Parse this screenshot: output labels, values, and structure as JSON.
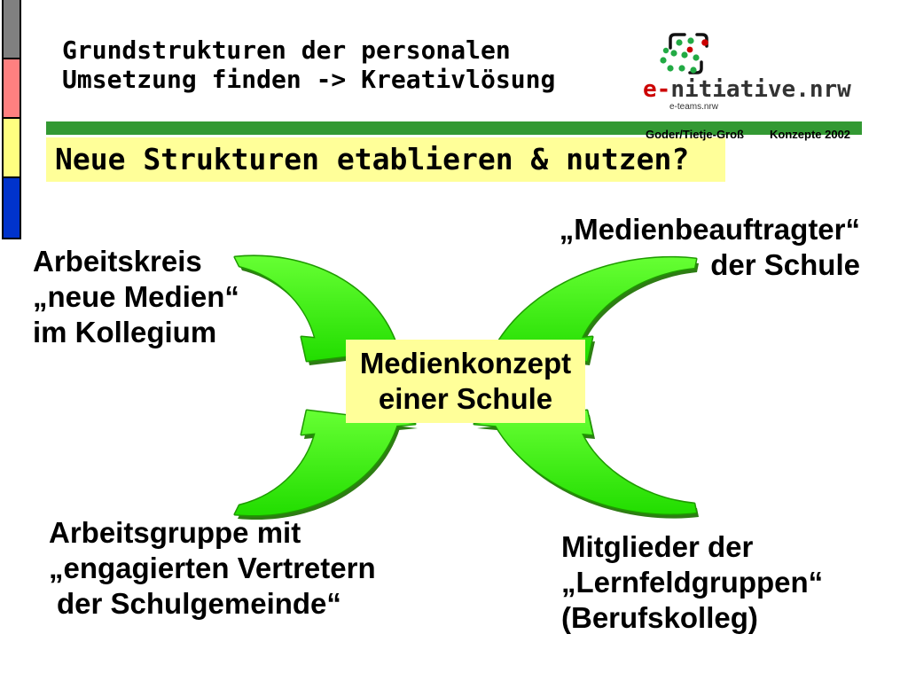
{
  "slide": {
    "title_lines": [
      "Grundstrukturen der personalen",
      "Umsetzung finden -> Kreativlösung"
    ],
    "question": "Neue Strukturen etablieren & nutzen?",
    "meta": {
      "authors": "Goder/Tietje-Groß",
      "series": "Konzepte 2002"
    }
  },
  "logo": {
    "prefix": "e-",
    "name": "nitiative.nrw",
    "tagline": "e-teams.nrw",
    "icon": "dot-cluster-icon"
  },
  "diagram": {
    "center": [
      "Medienkonzept",
      "einer Schule"
    ],
    "top_left": [
      "Arbeitskreis",
      "„neue Medien“",
      "im Kollegium"
    ],
    "top_right": [
      "„Medienbeauftragter“",
      "der Schule"
    ],
    "bottom_left": [
      "Arbeitsgruppe mit",
      "„engagierten Vertretern",
      "der Schulgemeinde“"
    ],
    "bottom_right": [
      "Mitglieder der",
      "„Lernfeldgruppen“",
      "(Berufskolleg)"
    ],
    "connector_icon": "curved-arrow-icon"
  },
  "colors": {
    "strip": [
      "#808080",
      "#FF8080",
      "#FFFF80",
      "#0033CC"
    ],
    "header_bar": "#339933",
    "highlight": "#FFFF99",
    "arrow": "#66FF33",
    "arrow_dark": "#22DD00",
    "arrow_shadow": "#2E7D14",
    "logo_accent": "#CC0000",
    "logo_text": "#333333"
  }
}
